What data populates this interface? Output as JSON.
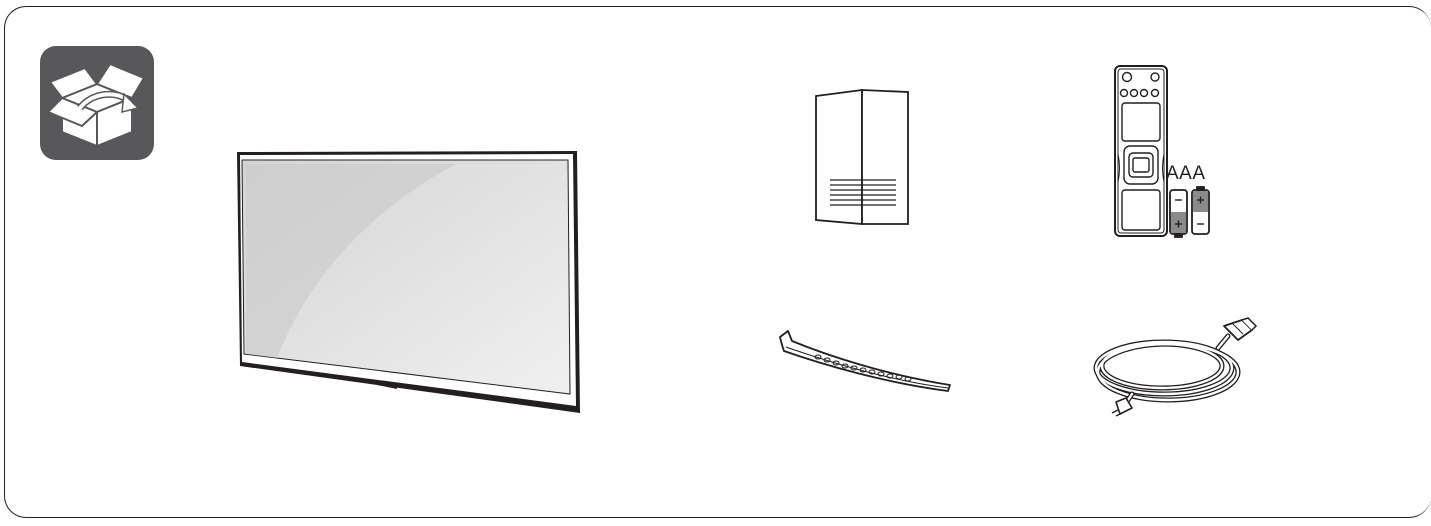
{
  "battery_label": "AAA",
  "items": [
    {
      "name": "tv"
    },
    {
      "name": "owners-manual"
    },
    {
      "name": "remote-control"
    },
    {
      "name": "batteries"
    },
    {
      "name": "cable-holder"
    },
    {
      "name": "power-cord"
    }
  ],
  "icons": {
    "unboxing": "unboxing-icon"
  },
  "colors": {
    "line": "#231f20",
    "icon_bg": "#58585a",
    "screen": "#e8e8e8"
  }
}
